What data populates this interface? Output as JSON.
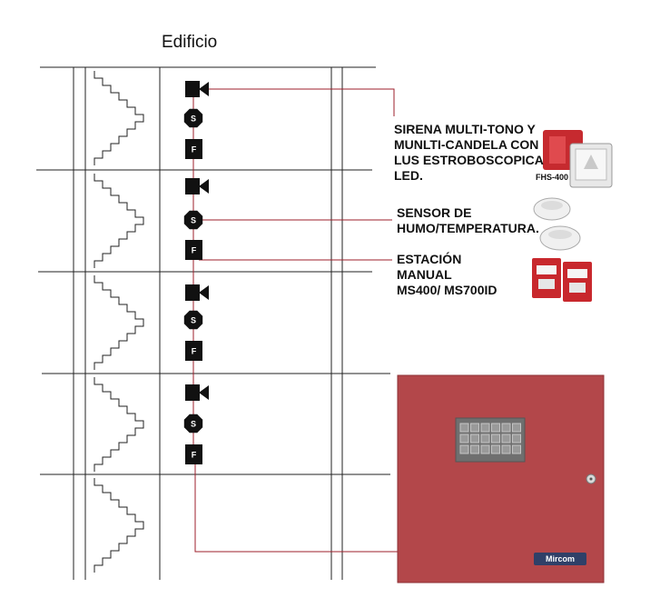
{
  "title": "Edificio",
  "devices": {
    "strobe_name": "horn-strobe",
    "smoke_letter": "S",
    "manual_letter": "F"
  },
  "callouts": {
    "siren": [
      "SIRENA MULTI-TONO Y",
      "MUNLTI-CANDELA CON",
      "LUS ESTROBOSCOPICA",
      "LED."
    ],
    "siren_model": "FHS-400",
    "smoke": [
      "SENSOR DE",
      "HUMO/TEMPERATURA."
    ],
    "manual": [
      "ESTACIÓN",
      "MANUAL",
      "MS400/ MS700ID"
    ]
  },
  "panel": {
    "brand": "Mircom"
  },
  "colors": {
    "wire": "#9e1f2b",
    "device": "#111111",
    "panel": "#b3474a",
    "panel_dark": "#8e3236"
  }
}
